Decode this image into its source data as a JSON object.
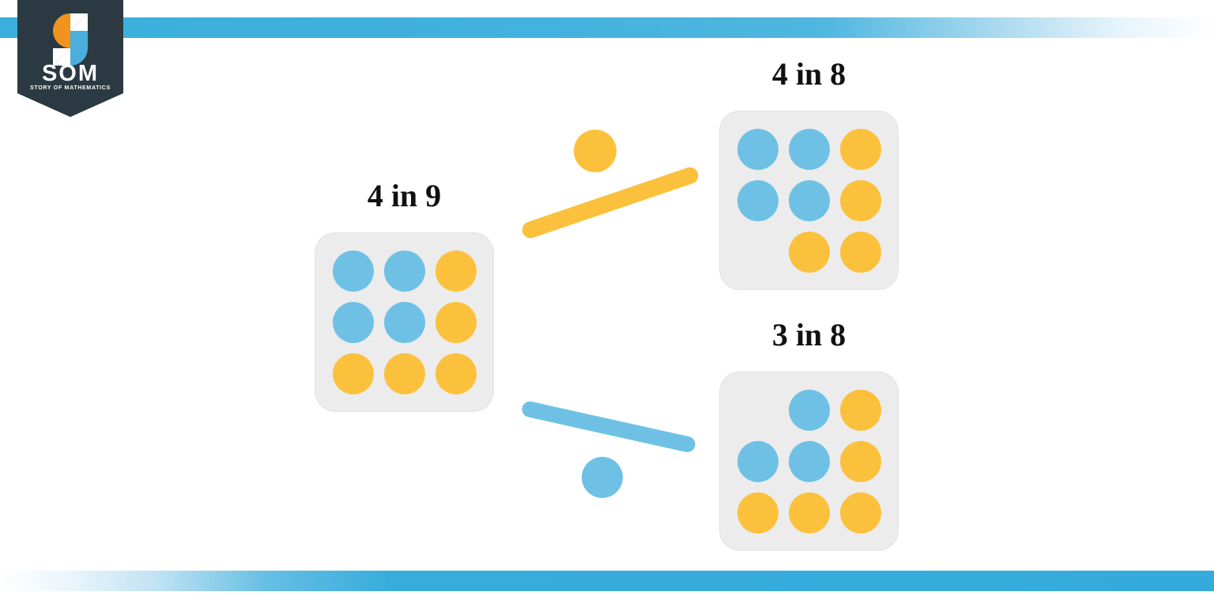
{
  "page": {
    "background": "#ffffff",
    "colors": {
      "blue": "#6EC1E4",
      "yellow": "#FBC13C",
      "card_bg": "#ECECEC",
      "card_border": "#E3E3E3",
      "brand_dark": "#2B3A42",
      "brand_blue": "#3AAFDD",
      "brand_orange": "#F0931F",
      "text": "#111111"
    }
  },
  "logo": {
    "name": "som-logo",
    "title": "SOM",
    "tagline": "STORY OF MATHEMATICS"
  },
  "decor": {
    "top_bar": "top-gradient-bar",
    "bottom_bar": "bottom-gradient-bar"
  },
  "cards": [
    {
      "id": "card-4-in-9",
      "title": "4 in 9",
      "total": 9,
      "highlighted": 4,
      "highlight_color": "#6EC1E4",
      "fill_color": "#FBC13C",
      "cells": [
        "blue",
        "blue",
        "yellow",
        "blue",
        "blue",
        "yellow",
        "yellow",
        "yellow",
        "yellow"
      ]
    },
    {
      "id": "card-4-in-8",
      "title": "4 in 8",
      "total": 8,
      "highlighted": 4,
      "highlight_color": "#6EC1E4",
      "fill_color": "#FBC13C",
      "cells": [
        "blue",
        "blue",
        "yellow",
        "blue",
        "blue",
        "yellow",
        "empty",
        "yellow",
        "yellow"
      ]
    },
    {
      "id": "card-3-in-8",
      "title": "3 in 8",
      "total": 8,
      "highlighted": 3,
      "highlight_color": "#6EC1E4",
      "fill_color": "#FBC13C",
      "cells": [
        "empty",
        "blue",
        "yellow",
        "blue",
        "blue",
        "yellow",
        "yellow",
        "yellow",
        "yellow"
      ]
    }
  ],
  "connectors": [
    {
      "id": "connector-remove-yellow",
      "color": "#FBC13C",
      "meaning": "remove-one-yellow",
      "from": "card-4-in-9",
      "to": "card-4-in-8"
    },
    {
      "id": "connector-remove-blue",
      "color": "#6EC1E4",
      "meaning": "remove-one-blue",
      "from": "card-4-in-9",
      "to": "card-3-in-8"
    }
  ]
}
